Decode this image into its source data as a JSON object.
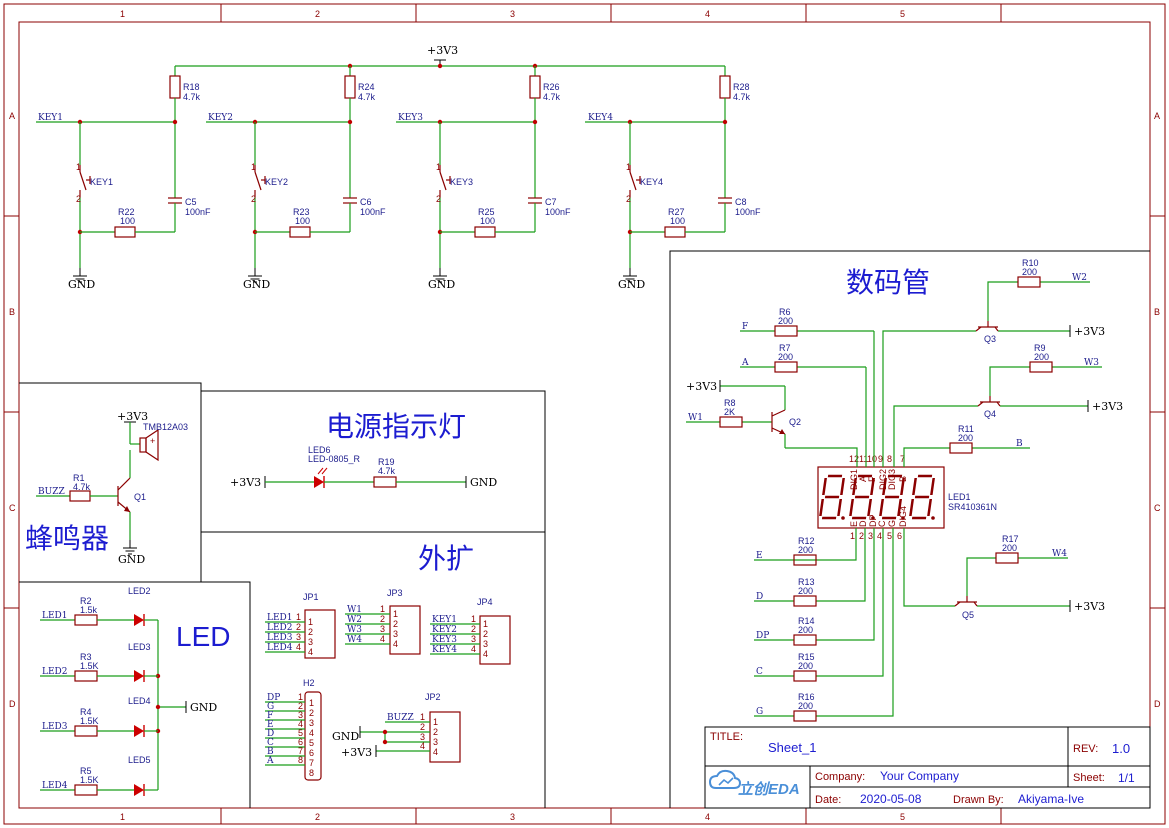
{
  "frame": {
    "cols": [
      "1",
      "2",
      "3",
      "4",
      "5"
    ],
    "rows": [
      "A",
      "B",
      "C",
      "D"
    ]
  },
  "sections": {
    "display": "数码管",
    "power_led": "电源指示灯",
    "buzzer": "蜂鸣器",
    "expansion": "外扩",
    "led": "LED"
  },
  "power": {
    "vcc": "+3V3",
    "gnd": "GND"
  },
  "keys": [
    {
      "net": "KEY1",
      "pullup": "R18",
      "pullup_val": "4.7k",
      "switch": "KEY1",
      "res": "R22",
      "res_val": "100",
      "cap": "C5",
      "cap_val": "100nF"
    },
    {
      "net": "KEY2",
      "pullup": "R24",
      "pullup_val": "4.7k",
      "switch": "KEY2",
      "res": "R23",
      "res_val": "100",
      "cap": "C6",
      "cap_val": "100nF"
    },
    {
      "net": "KEY3",
      "pullup": "R26",
      "pullup_val": "4.7k",
      "switch": "KEY3",
      "res": "R25",
      "res_val": "100",
      "cap": "C7",
      "cap_val": "100nF"
    },
    {
      "net": "KEY4",
      "pullup": "R28",
      "pullup_val": "4.7k",
      "switch": "KEY4",
      "res": "R27",
      "res_val": "100",
      "cap": "C8",
      "cap_val": "100nF"
    }
  ],
  "buzzer": {
    "net": "BUZZ",
    "res": "R1",
    "res_val": "4.7k",
    "transistor": "Q1",
    "part": "TMB12A03"
  },
  "power_led": {
    "led": "LED6",
    "led_part": "LED-0805_R",
    "res": "R19",
    "res_val": "4.7k"
  },
  "leds": [
    {
      "net": "LED1",
      "res": "R2",
      "res_val": "1.5k",
      "led": "LED2"
    },
    {
      "net": "LED2",
      "res": "R3",
      "res_val": "1.5K",
      "led": "LED3"
    },
    {
      "net": "LED3",
      "res": "R4",
      "res_val": "1.5K",
      "led": "LED4"
    },
    {
      "net": "LED4",
      "res": "R5",
      "res_val": "1.5K",
      "led": "LED5"
    }
  ],
  "headers": {
    "jp1": {
      "name": "JP1",
      "nets": [
        "LED1",
        "LED2",
        "LED3",
        "LED4"
      ],
      "pins": [
        "1",
        "2",
        "3",
        "4"
      ]
    },
    "jp3": {
      "name": "JP3",
      "nets": [
        "W1",
        "W2",
        "W3",
        "W4"
      ],
      "pins": [
        "1",
        "2",
        "3",
        "4"
      ]
    },
    "jp4": {
      "name": "JP4",
      "nets": [
        "KEY1",
        "KEY2",
        "KEY3",
        "KEY4"
      ],
      "pins": [
        "1",
        "2",
        "3",
        "4"
      ]
    },
    "h2": {
      "name": "H2",
      "nets": [
        "DP",
        "G",
        "F",
        "E",
        "D",
        "C",
        "B",
        "A"
      ],
      "pins": [
        "1",
        "2",
        "3",
        "4",
        "5",
        "6",
        "7",
        "8"
      ]
    },
    "jp2": {
      "name": "JP2",
      "nets": [
        "BUZZ",
        "GND",
        "",
        "+3V3"
      ],
      "pins": [
        "1",
        "2",
        "3",
        "4"
      ]
    }
  },
  "display": {
    "ref": "LED1",
    "part": "SR410361N",
    "top_pins": [
      {
        "num": "12",
        "name": "DIG1"
      },
      {
        "num": "11",
        "name": "A"
      },
      {
        "num": "10",
        "name": "F"
      },
      {
        "num": "9",
        "name": "DIG2"
      },
      {
        "num": "8",
        "name": "DIG3"
      },
      {
        "num": "7",
        "name": "B"
      }
    ],
    "bottom_pins": [
      {
        "num": "1",
        "name": "E"
      },
      {
        "num": "2",
        "name": "D"
      },
      {
        "num": "3",
        "name": "DP"
      },
      {
        "num": "4",
        "name": "C"
      },
      {
        "num": "5",
        "name": "G"
      },
      {
        "num": "6",
        "name": "DIG4"
      }
    ],
    "left_resistors": [
      {
        "net": "F",
        "res": "R6",
        "val": "200"
      },
      {
        "net": "A",
        "res": "R7",
        "val": "200"
      },
      {
        "net": "W1",
        "res": "R8",
        "val": "2K"
      },
      {
        "net": "E",
        "res": "R12",
        "val": "200"
      },
      {
        "net": "D",
        "res": "R13",
        "val": "200"
      },
      {
        "net": "DP",
        "res": "R14",
        "val": "200"
      },
      {
        "net": "C",
        "res": "R15",
        "val": "200"
      },
      {
        "net": "G",
        "res": "R16",
        "val": "200"
      }
    ],
    "right_resistors": [
      {
        "net": "W2",
        "res": "R10",
        "val": "200"
      },
      {
        "net": "W3",
        "res": "R9",
        "val": "200"
      },
      {
        "net": "B",
        "res": "R11",
        "val": "200"
      },
      {
        "net": "W4",
        "res": "R17",
        "val": "200"
      }
    ],
    "transistors": [
      "Q2",
      "Q3",
      "Q4",
      "Q5"
    ]
  },
  "title_block": {
    "title_label": "TITLE:",
    "title": "Sheet_1",
    "rev_label": "REV:",
    "rev": "1.0",
    "company_label": "Company:",
    "company": "Your Company",
    "sheet_label": "Sheet:",
    "sheet": "1/1",
    "date_label": "Date:",
    "date": "2020-05-08",
    "drawn_label": "Drawn By:",
    "drawn_by": "Akiyama-Ive",
    "logo": "立创EDA"
  },
  "colors": {
    "wire": "#1a9e1a",
    "component": "#8b0000",
    "label": "#1c1c8c",
    "title": "#1c1cd0",
    "led": "#cc0000"
  }
}
